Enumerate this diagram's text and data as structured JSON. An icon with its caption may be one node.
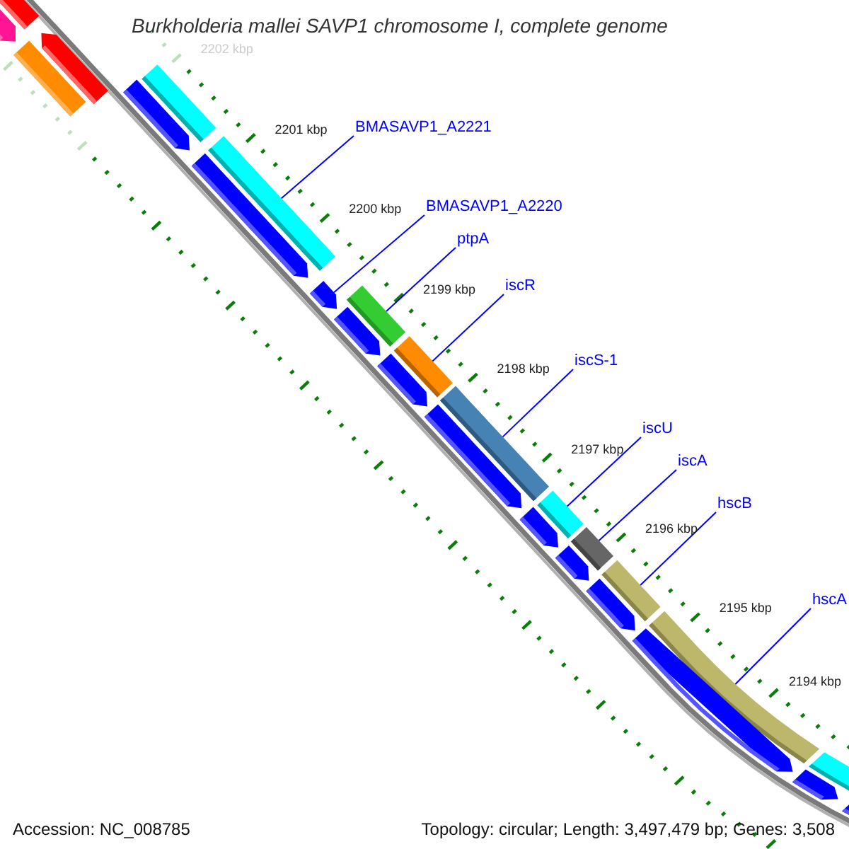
{
  "diagram": {
    "title": "Burkholderia mallei SAVP1 chromosome I, complete genome",
    "nodes": [
      {
        "text": [
          "BMASAVP1_A2221"
        ]
      },
      {
        "text": [
          "BMASAVP1_A2220"
        ]
      },
      {
        "text": [
          "ptpA"
        ]
      },
      {
        "text": [
          "iscR"
        ]
      },
      {
        "text": [
          "iscS-1"
        ]
      },
      {
        "text": [
          "iscU"
        ]
      },
      {
        "text": [
          "iscA"
        ]
      },
      {
        "text": [
          "hscB"
        ]
      },
      {
        "text": [
          "hscA"
        ]
      },
      {
        "text": [],
        "shape": "bar"
      },
      {
        "text": [],
        "shape": "arrow"
      },
      {
        "text": [],
        "shape": "bar"
      },
      {
        "text": [],
        "shape": "arrow"
      },
      {
        "text": [],
        "shape": "arrow"
      },
      {
        "text": [],
        "shape": "bar"
      },
      {
        "text": [],
        "shape": "arrow"
      },
      {
        "text": [],
        "shape": "bar"
      },
      {
        "text": [],
        "shape": "arrow"
      },
      {
        "text": [],
        "shape": "bar"
      },
      {
        "text": [],
        "shape": "arrow"
      },
      {
        "text": [],
        "shape": "bar"
      },
      {
        "text": [],
        "shape": "arrow"
      },
      {
        "text": [],
        "shape": "bar"
      },
      {
        "text": [],
        "shape": "arrow"
      },
      {
        "text": [],
        "shape": "arrow"
      },
      {
        "text": [],
        "shape": "bar"
      },
      {
        "text": [],
        "shape": "arrow"
      },
      {
        "text": [],
        "shape": "bar"
      },
      {
        "text": [],
        "shape": "bar"
      },
      {
        "text": [],
        "shape": "arrow"
      },
      {
        "text": [],
        "shape": "bar"
      },
      {
        "text": [],
        "shape": "arrow"
      },
      {
        "text": [],
        "shape": "bar"
      },
      {
        "text": [],
        "shape": "arrow"
      },
      {
        "text": [],
        "shape": "arrow"
      }
    ],
    "edges": [
      {
        "from": 0,
        "to": 16,
        "arrow": "none"
      },
      {
        "from": 1,
        "to": 17,
        "arrow": "none"
      },
      {
        "from": 2,
        "to": 18,
        "arrow": "none"
      },
      {
        "from": 3,
        "to": 20,
        "arrow": "none"
      },
      {
        "from": 4,
        "to": 22,
        "arrow": "none"
      },
      {
        "from": 5,
        "to": 25,
        "arrow": "none"
      },
      {
        "from": 6,
        "to": 27,
        "arrow": "none"
      },
      {
        "from": 7,
        "to": 28,
        "arrow": "none"
      },
      {
        "from": 8,
        "to": 30,
        "arrow": "none"
      }
    ],
    "labels": [
      "2202 kbp",
      "2201 kbp",
      "2200 kbp",
      "2199 kbp",
      "2198 kbp",
      "2197 kbp",
      "2196 kbp",
      "2195 kbp",
      "2194 kbp",
      "Accession: NC_008785",
      "Topology: circular; Length: 3,497,479 bp; Genes: 3,508"
    ]
  }
}
